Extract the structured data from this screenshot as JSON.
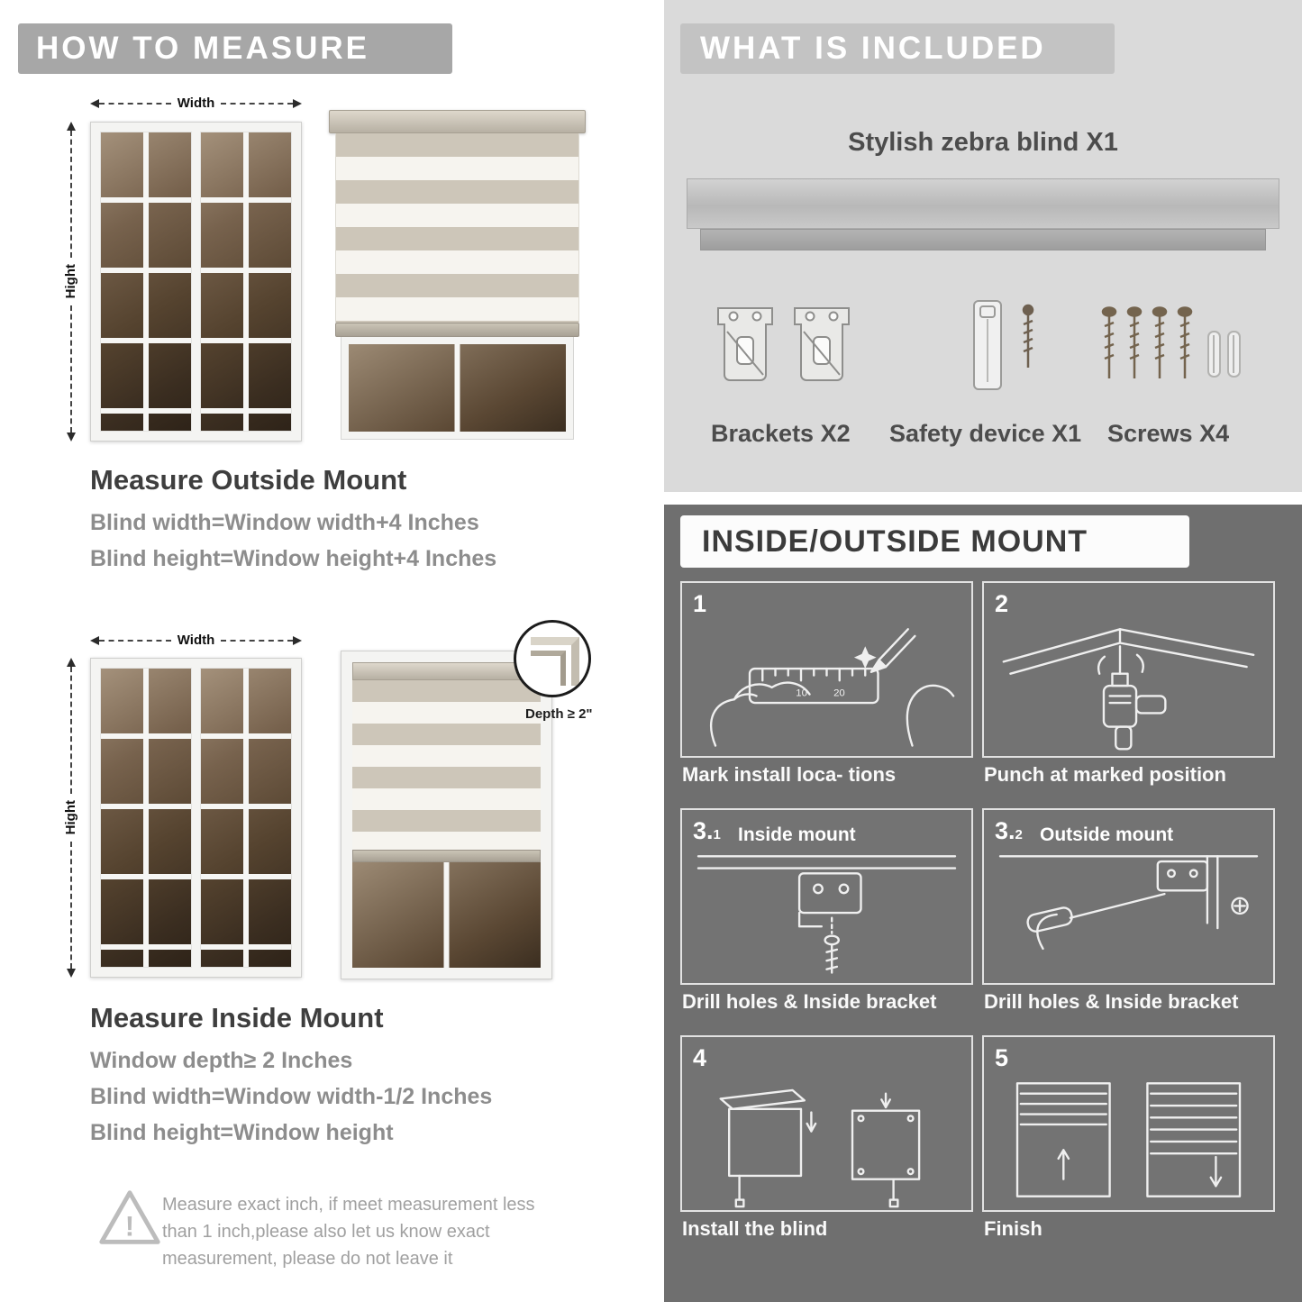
{
  "left": {
    "header": "HOW TO MEASURE",
    "labels": {
      "width": "Width",
      "height": "Hight"
    },
    "outside": {
      "title": "Measure Outside Mount",
      "line1": "Blind width=Window width+4 Inches",
      "line2": "Blind height=Window height+4 Inches"
    },
    "inside": {
      "depth_label": "Depth ≥ 2\"",
      "title": "Measure Inside Mount",
      "line1": "Window depth≥ 2 Inches",
      "line2": "Blind width=Window width-1/2 Inches",
      "line3": "Blind height=Window height"
    },
    "warning": {
      "mark": "!",
      "text": "Measure exact inch, if meet measurement less than 1 inch,please also let us know exact measurement, please do not leave it"
    }
  },
  "right": {
    "included": {
      "header": "WHAT IS INCLUDED",
      "blind_label": "Stylish zebra blind X1",
      "items": [
        {
          "label": "Brackets X2"
        },
        {
          "label": "Safety device X1"
        },
        {
          "label": "Screws X4"
        }
      ]
    },
    "mount": {
      "header": "INSIDE/OUTSIDE MOUNT",
      "ruler_marks": [
        "10",
        "20"
      ],
      "steps": [
        {
          "num": "1",
          "sub": "",
          "label": "",
          "caption": "Mark install loca- tions"
        },
        {
          "num": "2",
          "sub": "",
          "label": "",
          "caption": "Punch at  marked position"
        },
        {
          "num": "3.",
          "sub": "1",
          "label": "Inside mount",
          "caption": "Drill holes &  Inside bracket"
        },
        {
          "num": "3.",
          "sub": "2",
          "label": "Outside mount",
          "caption": "Drill holes &  Inside bracket"
        },
        {
          "num": "4",
          "sub": "",
          "label": "",
          "caption": "Install the blind"
        },
        {
          "num": "5",
          "sub": "",
          "label": "",
          "caption": "Finish"
        }
      ]
    }
  },
  "colors": {
    "header_gray": "#a7a7a7",
    "included_bg": "#dadada",
    "included_bar": "#c3c3c3",
    "mount_bg": "#6f6f6f",
    "heading_text": "#3e3e3e",
    "body_text": "#8d8d8d"
  }
}
